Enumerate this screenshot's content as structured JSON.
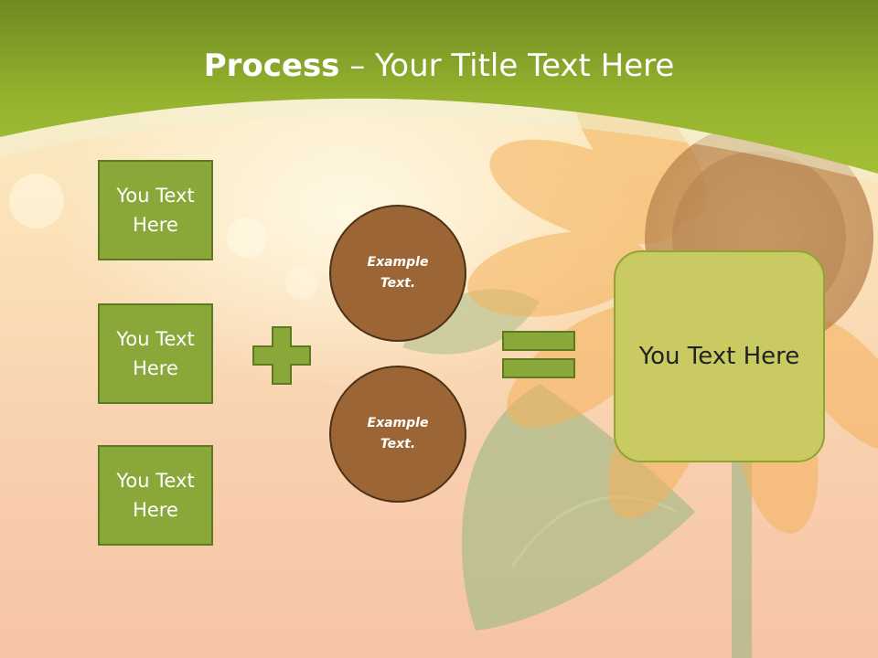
{
  "title": {
    "bold": "Process",
    "rest": " – Your Title Text Here"
  },
  "left_boxes": [
    {
      "label": "You Text Here"
    },
    {
      "label": "You Text Here"
    },
    {
      "label": "You Text Here"
    }
  ],
  "circles": [
    {
      "label": "Example Text."
    },
    {
      "label": "Example Text."
    }
  ],
  "result": {
    "label": "You Text Here"
  },
  "colors": {
    "header_green": "#9cba32",
    "box_green": "#8aa83a",
    "circle_brown": "#9b6536",
    "result_olive": "#c9cb62"
  },
  "icons": {
    "operator_1": "plus-icon",
    "operator_2": "equals-icon"
  }
}
